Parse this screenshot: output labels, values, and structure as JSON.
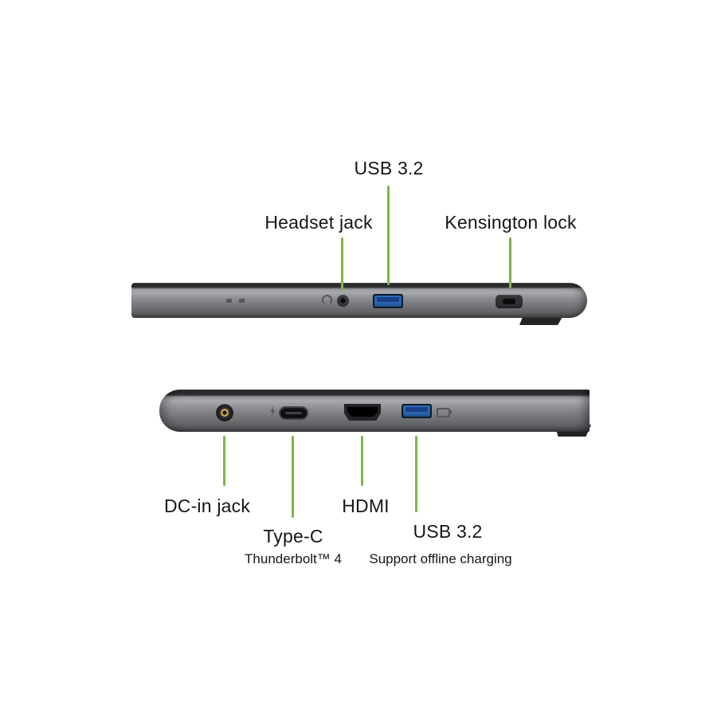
{
  "colors": {
    "callout_green": "#7ab648",
    "usb_blue": "#2f6cbb",
    "laptop_gray": "#8b8d91",
    "background": "#ffffff",
    "text": "#161616"
  },
  "top_view": {
    "callouts": {
      "usb": {
        "label": "USB 3.2"
      },
      "headset": {
        "label": "Headset jack"
      },
      "kensington": {
        "label": "Kensington lock"
      }
    }
  },
  "bottom_view": {
    "callouts": {
      "dc_in": {
        "label": "DC-in jack"
      },
      "type_c": {
        "label": "Type-C",
        "sublabel": "Thunderbolt™ 4"
      },
      "hdmi": {
        "label": "HDMI"
      },
      "usb": {
        "label": "USB 3.2",
        "sublabel": "Support offline charging"
      }
    }
  }
}
